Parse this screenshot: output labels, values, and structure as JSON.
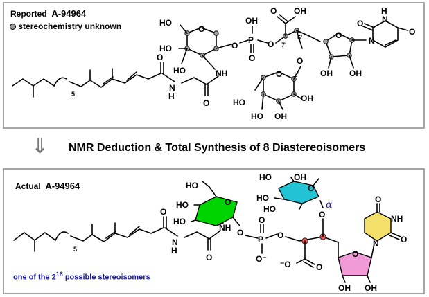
{
  "top": {
    "reported": "Reported",
    "compound": "A-94964",
    "legend": "stereochemistry unknown",
    "sub5": "5",
    "loc_7p": "7'",
    "loc_6p": "6'",
    "loc_1pp": "1''"
  },
  "middle": {
    "arrow": "⇓",
    "caption": "NMR Deduction & Total Synthesis of 8 Diastereoisomers"
  },
  "bottom": {
    "actual": "Actual",
    "compound": "A-94964",
    "note_prefix": "one of the 2",
    "note_exp": "16",
    "note_suffix": "possible  stereoisomers",
    "sub5": "5",
    "alpha": "α"
  },
  "atoms": {
    "HO": "HO",
    "OH": "OH",
    "O": "O",
    "P": "P",
    "NH": "NH",
    "N": "N",
    "H": "H",
    "Ominus": "⁻O",
    "Ominus2": "O⁻"
  },
  "colors": {
    "border": "#a6a6a6",
    "green_ring": "#00d400",
    "cyan_ring": "#22c4d4",
    "yellow_ring": "#f2e06a",
    "pink_ring": "#f09ad8",
    "stereo_dot_red": "#e86060",
    "stereo_dot_grey": "#9a9a9a",
    "alpha_color": "#1a1aa0"
  }
}
